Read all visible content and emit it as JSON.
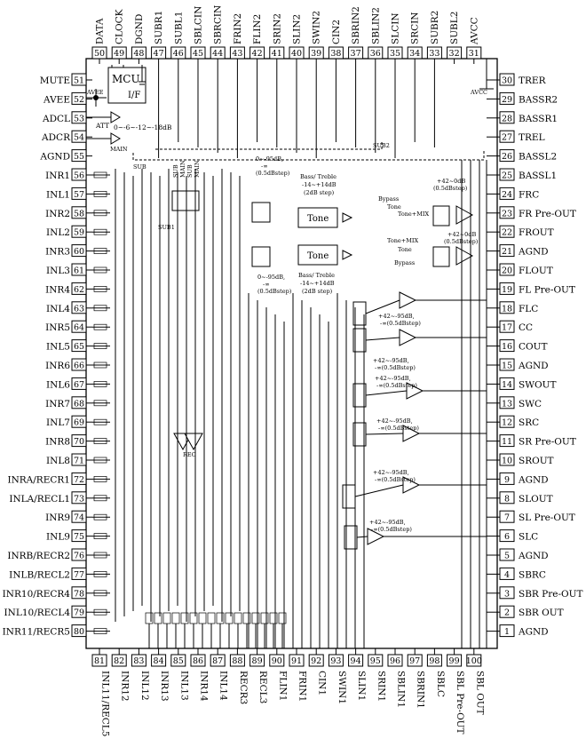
{
  "pins": {
    "top": [
      {
        "num": "50",
        "name": "DATA"
      },
      {
        "num": "49",
        "name": "CLOCK"
      },
      {
        "num": "48",
        "name": "DGND"
      },
      {
        "num": "47",
        "name": "SUBR1"
      },
      {
        "num": "46",
        "name": "SUBL1"
      },
      {
        "num": "45",
        "name": "SBLCIN"
      },
      {
        "num": "44",
        "name": "SBRCIN"
      },
      {
        "num": "43",
        "name": "FRIN2"
      },
      {
        "num": "42",
        "name": "FLIN2"
      },
      {
        "num": "41",
        "name": "SRIN2"
      },
      {
        "num": "40",
        "name": "SLIN2"
      },
      {
        "num": "39",
        "name": "SWIN2"
      },
      {
        "num": "38",
        "name": "CIN2"
      },
      {
        "num": "37",
        "name": "SBRIN2"
      },
      {
        "num": "36",
        "name": "SBLIN2"
      },
      {
        "num": "35",
        "name": "SLCIN"
      },
      {
        "num": "34",
        "name": "SRCIN"
      },
      {
        "num": "33",
        "name": "SUBR2"
      },
      {
        "num": "32",
        "name": "SUBL2"
      },
      {
        "num": "31",
        "name": "AVCC"
      }
    ],
    "left": [
      {
        "num": "51",
        "name": "MUTE"
      },
      {
        "num": "52",
        "name": "AVEE"
      },
      {
        "num": "53",
        "name": "ADCL"
      },
      {
        "num": "54",
        "name": "ADCR"
      },
      {
        "num": "55",
        "name": "AGND"
      },
      {
        "num": "56",
        "name": "INR1"
      },
      {
        "num": "57",
        "name": "INL1"
      },
      {
        "num": "58",
        "name": "INR2"
      },
      {
        "num": "59",
        "name": "INL2"
      },
      {
        "num": "60",
        "name": "INR3"
      },
      {
        "num": "61",
        "name": "INL3"
      },
      {
        "num": "62",
        "name": "INR4"
      },
      {
        "num": "63",
        "name": "INL4"
      },
      {
        "num": "64",
        "name": "INR5"
      },
      {
        "num": "65",
        "name": "INL5"
      },
      {
        "num": "66",
        "name": "INR6"
      },
      {
        "num": "67",
        "name": "INL6"
      },
      {
        "num": "68",
        "name": "INR7"
      },
      {
        "num": "69",
        "name": "INL7"
      },
      {
        "num": "70",
        "name": "INR8"
      },
      {
        "num": "71",
        "name": "INL8"
      },
      {
        "num": "72",
        "name": "INRA/RECR1"
      },
      {
        "num": "73",
        "name": "INLA/RECL1"
      },
      {
        "num": "74",
        "name": "INR9"
      },
      {
        "num": "75",
        "name": "INL9"
      },
      {
        "num": "76",
        "name": "INRB/RECR2"
      },
      {
        "num": "77",
        "name": "INLB/RECL2"
      },
      {
        "num": "78",
        "name": "INR10/RECR4"
      },
      {
        "num": "79",
        "name": "INL10/RECL4"
      },
      {
        "num": "80",
        "name": "INR11/RECR5"
      }
    ],
    "right": [
      {
        "num": "30",
        "name": "TRER"
      },
      {
        "num": "29",
        "name": "BASSR2"
      },
      {
        "num": "28",
        "name": "BASSR1"
      },
      {
        "num": "27",
        "name": "TREL"
      },
      {
        "num": "26",
        "name": "BASSL2"
      },
      {
        "num": "25",
        "name": "BASSL1"
      },
      {
        "num": "24",
        "name": "FRC"
      },
      {
        "num": "23",
        "name": "FR Pre-OUT"
      },
      {
        "num": "22",
        "name": "FROUT"
      },
      {
        "num": "21",
        "name": "AGND"
      },
      {
        "num": "20",
        "name": "FLOUT"
      },
      {
        "num": "19",
        "name": "FL Pre-OUT"
      },
      {
        "num": "18",
        "name": "FLC"
      },
      {
        "num": "17",
        "name": "CC"
      },
      {
        "num": "16",
        "name": "COUT"
      },
      {
        "num": "15",
        "name": "AGND"
      },
      {
        "num": "14",
        "name": "SWOUT"
      },
      {
        "num": "13",
        "name": "SWC"
      },
      {
        "num": "12",
        "name": "SRC"
      },
      {
        "num": "11",
        "name": "SR Pre-OUT"
      },
      {
        "num": "10",
        "name": "SROUT"
      },
      {
        "num": "9",
        "name": "AGND"
      },
      {
        "num": "8",
        "name": "SLOUT"
      },
      {
        "num": "7",
        "name": "SL Pre-OUT"
      },
      {
        "num": "6",
        "name": "SLC"
      },
      {
        "num": "5",
        "name": "AGND"
      },
      {
        "num": "4",
        "name": "SBRC"
      },
      {
        "num": "3",
        "name": "SBR Pre-OUT"
      },
      {
        "num": "2",
        "name": "SBR OUT"
      },
      {
        "num": "1",
        "name": "AGND"
      }
    ],
    "bottom": [
      {
        "num": "81",
        "name": "INL11/RECL5"
      },
      {
        "num": "82",
        "name": "INR12"
      },
      {
        "num": "83",
        "name": "INL12"
      },
      {
        "num": "84",
        "name": "INR13"
      },
      {
        "num": "85",
        "name": "INL13"
      },
      {
        "num": "86",
        "name": "INR14"
      },
      {
        "num": "87",
        "name": "INL14"
      },
      {
        "num": "88",
        "name": "RECR3"
      },
      {
        "num": "89",
        "name": "RECL3"
      },
      {
        "num": "90",
        "name": "FLIN1"
      },
      {
        "num": "91",
        "name": "FRIN1"
      },
      {
        "num": "92",
        "name": "CIN1"
      },
      {
        "num": "93",
        "name": "SWIN1"
      },
      {
        "num": "94",
        "name": "SLIN1"
      },
      {
        "num": "95",
        "name": "SRIN1"
      },
      {
        "num": "96",
        "name": "SBLIN1"
      },
      {
        "num": "97",
        "name": "SBRIN1"
      },
      {
        "num": "98",
        "name": "SBLC"
      },
      {
        "num": "99",
        "name": "SBL Pre-OUT"
      },
      {
        "num": "100",
        "name": "SBL OUT"
      }
    ]
  },
  "labels": {
    "mcu": "MCU",
    "mcu_if": "I/F",
    "avee": "AVEE",
    "avcc": "AVCC",
    "att": "ATT",
    "att_steps": "0~-6~-12~-18dB",
    "main": "MAIN",
    "sub": "SUB",
    "sub1": "SUB1",
    "sub2": "SUB2",
    "tone": "Tone",
    "tone_mix": "Tone+MIX",
    "bypass": "Bypass",
    "rec": "REC",
    "bass_treble_top": "Bass/ Treble",
    "bass_treble_top_range": "-14~+14dB",
    "bass_treble_top_step": "(2dB step)",
    "bass_treble_bot": "Bass/ Treble",
    "bass_treble_bot_range": "-14~+14dB",
    "bass_treble_bot_step": "(2dB step)",
    "vol_in_1": "0~-95dB,",
    "vol_in_2": "-∞",
    "vol_in_3": "(0.5dBstep)",
    "vol_out_1": "+42~-95dB,",
    "vol_out_2": "-∞(0.5dBstep)",
    "gain_fr_1": "+42~0dB",
    "gain_fr_2": "(0.5dBstep)",
    "gain_fl_1": "+42~0dB",
    "gain_fl_2": "(0.5dBstep)"
  }
}
